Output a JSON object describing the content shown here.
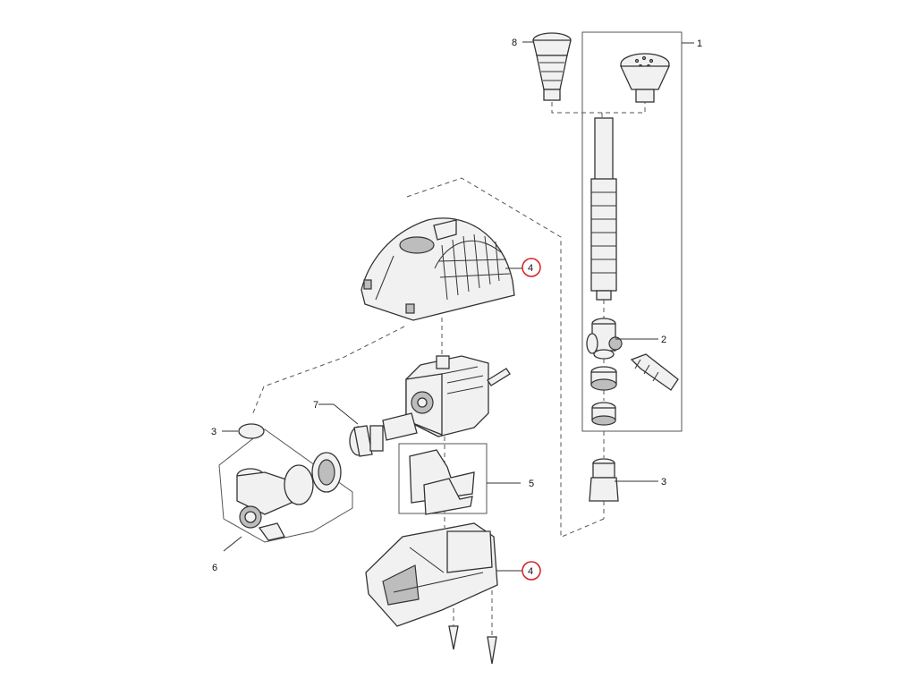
{
  "callouts": {
    "c1": "1",
    "c2": "2",
    "c3_right": "3",
    "c3_left": "3",
    "c4_top": "4",
    "c4_bottom": "4",
    "c5": "5",
    "c6": "6",
    "c7": "7",
    "c8": "8"
  },
  "colors": {
    "line": "#333333",
    "highlight_circle": "#d42020",
    "part_fill": "#f1f1f1"
  }
}
